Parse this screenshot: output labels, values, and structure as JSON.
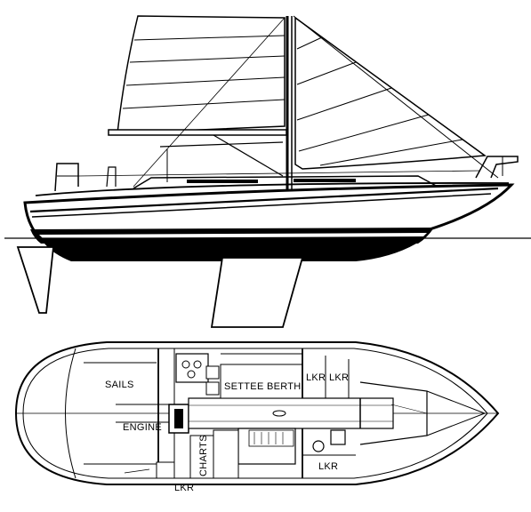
{
  "labels": {
    "sails": "SAILS",
    "settee_berth": "SETTEE BERTH",
    "lkr_fwd_port": "LKR",
    "lkr_fwd_stbd": "LKR",
    "engine": "ENGINE",
    "charts": "CHARTS",
    "lkr_aft": "LKR",
    "lkr_fwd_lower": "LKR"
  },
  "colors": {
    "ink": "#000000",
    "paper": "#ffffff"
  }
}
